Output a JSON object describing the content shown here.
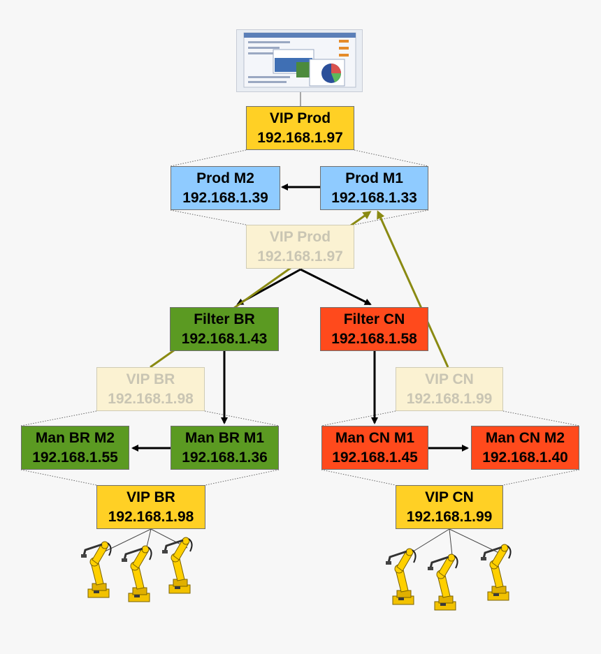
{
  "colors": {
    "vip": "#ffd025",
    "prod": "#8fcbff",
    "br": "#5b9a22",
    "cn": "#ff4a1c",
    "ghost": "#fbf2d2",
    "flow_arrow": "#000000",
    "return_arrow": "#8a8a12"
  },
  "nodes": {
    "vip_prod": {
      "title": "VIP Prod",
      "ip": "192.168.1.97"
    },
    "prod_m2": {
      "title": "Prod M2",
      "ip": "192.168.1.39"
    },
    "prod_m1": {
      "title": "Prod M1",
      "ip": "192.168.1.33"
    },
    "vip_prod_ghost": {
      "title": "VIP Prod",
      "ip": "192.168.1.97"
    },
    "filter_br": {
      "title": "Filter BR",
      "ip": "192.168.1.43"
    },
    "filter_cn": {
      "title": "Filter CN",
      "ip": "192.168.1.58"
    },
    "vip_br_ghost": {
      "title": "VIP BR",
      "ip": "192.168.1.98"
    },
    "vip_cn_ghost": {
      "title": "VIP CN",
      "ip": "192.168.1.99"
    },
    "man_br_m2": {
      "title": "Man BR M2",
      "ip": "192.168.1.55"
    },
    "man_br_m1": {
      "title": "Man BR M1",
      "ip": "192.168.1.36"
    },
    "man_cn_m1": {
      "title": "Man CN M1",
      "ip": "192.168.1.45"
    },
    "man_cn_m2": {
      "title": "Man CN M2",
      "ip": "192.168.1.40"
    },
    "vip_br": {
      "title": "VIP BR",
      "ip": "192.168.1.98"
    },
    "vip_cn": {
      "title": "VIP CN",
      "ip": "192.168.1.99"
    }
  },
  "icons": {
    "dashboard": "dashboard-screenshot-icon",
    "robot": "industrial-robot-arm-icon"
  },
  "robot_groups": {
    "br_count": 3,
    "cn_count": 3
  }
}
